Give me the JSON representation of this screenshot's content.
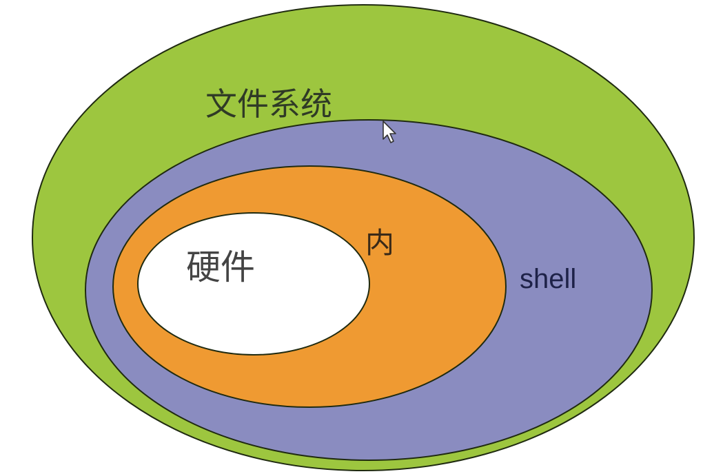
{
  "diagram": {
    "layers": [
      {
        "id": "filesystem",
        "label": "文件系统",
        "color": "#9dc63f"
      },
      {
        "id": "shell",
        "label": "shell",
        "color": "#8a8cc0"
      },
      {
        "id": "kernel",
        "label": "内",
        "color": "#ef9a32"
      },
      {
        "id": "hardware",
        "label": "硬件",
        "color": "#ffffff"
      }
    ],
    "outline_color": "#1f2a10",
    "cursor_icon": "pointer-cursor-icon"
  }
}
